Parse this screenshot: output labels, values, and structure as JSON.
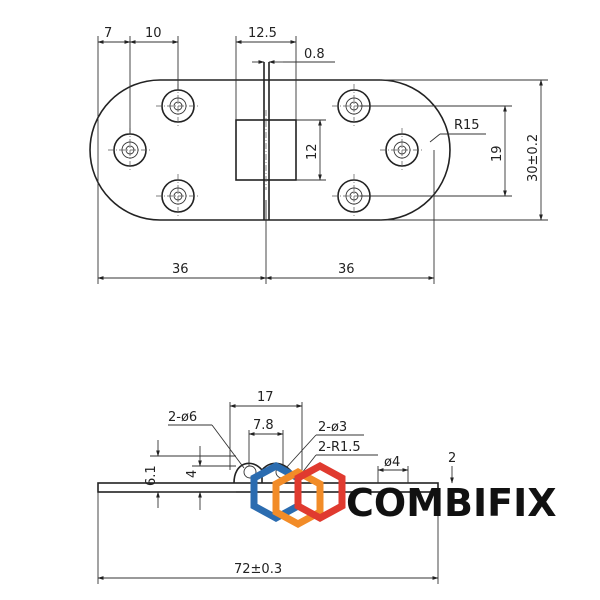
{
  "dimensions": {
    "top_edge_offset": "7",
    "hole_spacing": "10",
    "knuckle_width": "12.5",
    "gap": "0.8",
    "corner_radius": "R15",
    "slot_height": "12",
    "hole_pitch_vertical": "19",
    "overall_height": "30±0.2",
    "half_length_left": "36",
    "half_length_right": "36",
    "knuckle_span": "17",
    "hole_count_dia6": "2-ø6",
    "inner_span": "7.8",
    "hole_count_dia3": "2-ø3",
    "radius_count": "2-R1.5",
    "dia4": "ø4",
    "thickness": "2",
    "height_61": "6.1",
    "height_4": "4",
    "overall_length": "72±0.3"
  },
  "logo": {
    "text": "COMBIFIX",
    "colors": {
      "blue": "#2b6cb0",
      "orange": "#f28c28",
      "red": "#e03a2f"
    }
  }
}
